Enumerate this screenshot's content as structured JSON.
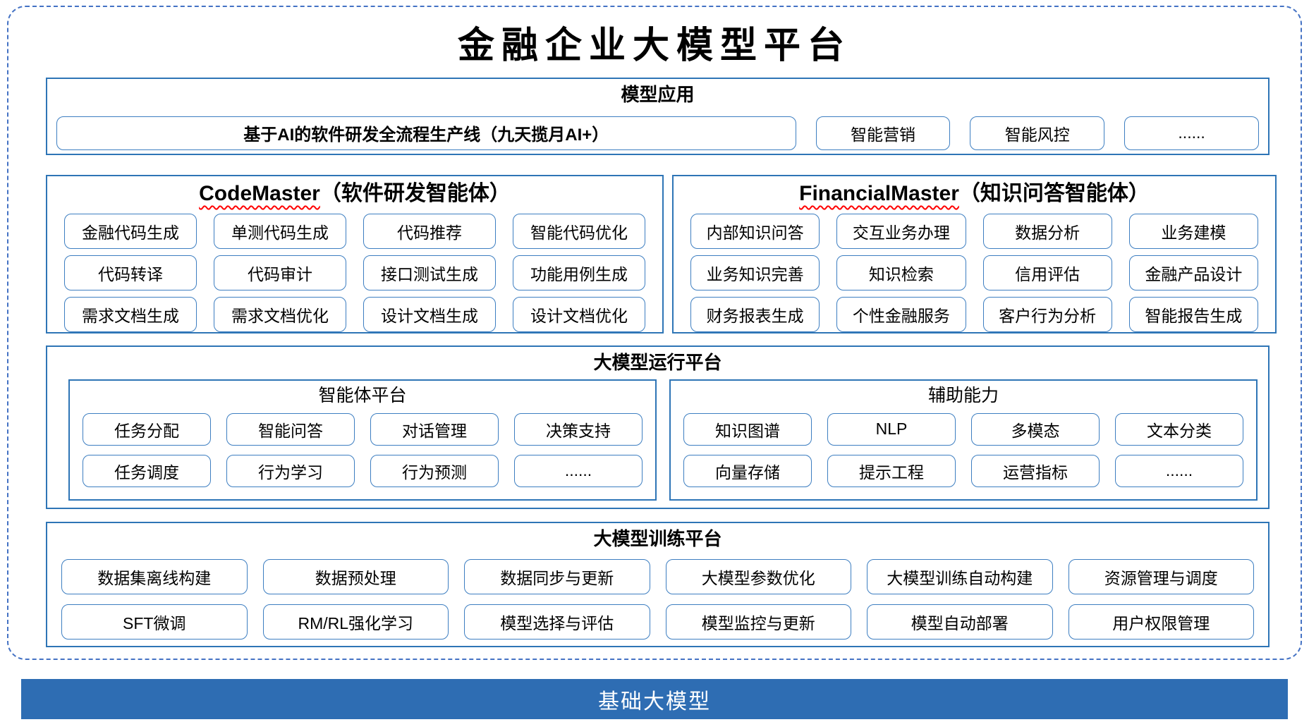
{
  "title": "金融企业大模型平台",
  "colors": {
    "section_border": "#2E75B6",
    "item_border": "#3D7EC1",
    "outer_dashed_border": "#4472C4",
    "footer_bg": "#2E6DB3",
    "squiggle_underline": "#FF0000"
  },
  "model_apps": {
    "title": "模型应用",
    "pipeline_item": "基于AI的软件研发全流程生产线（九天揽月AI+）",
    "items": [
      "智能营销",
      "智能风控",
      "......"
    ]
  },
  "code_master": {
    "title_en": "CodeMaster",
    "title_suffix": "（软件研发智能体）",
    "items": [
      "金融代码生成",
      "单测代码生成",
      "代码推荐",
      "智能代码优化",
      "代码转译",
      "代码审计",
      "接口测试生成",
      "功能用例生成",
      "需求文档生成",
      "需求文档优化",
      "设计文档生成",
      "设计文档优化"
    ]
  },
  "financial_master": {
    "title_en": "FinancialMaster",
    "title_suffix": "（知识问答智能体）",
    "items": [
      "内部知识问答",
      "交互业务办理",
      "数据分析",
      "业务建模",
      "业务知识完善",
      "知识检索",
      "信用评估",
      "金融产品设计",
      "财务报表生成",
      "个性金融服务",
      "客户行为分析",
      "智能报告生成"
    ]
  },
  "runtime_platform": {
    "title": "大模型运行平台",
    "agent_platform": {
      "title": "智能体平台",
      "items": [
        "任务分配",
        "智能问答",
        "对话管理",
        "决策支持",
        "任务调度",
        "行为学习",
        "行为预测",
        "......"
      ]
    },
    "aux_capabilities": {
      "title": "辅助能力",
      "items": [
        "知识图谱",
        "NLP",
        "多模态",
        "文本分类",
        "向量存储",
        "提示工程",
        "运营指标",
        "......"
      ]
    }
  },
  "training_platform": {
    "title": "大模型训练平台",
    "items": [
      "数据集离线构建",
      "数据预处理",
      "数据同步与更新",
      "大模型参数优化",
      "大模型训练自动构建",
      "资源管理与调度",
      "SFT微调",
      "RM/RL强化学习",
      "模型选择与评估",
      "模型监控与更新",
      "模型自动部署",
      "用户权限管理"
    ]
  },
  "foundation_bar": {
    "title": "基础大模型"
  }
}
